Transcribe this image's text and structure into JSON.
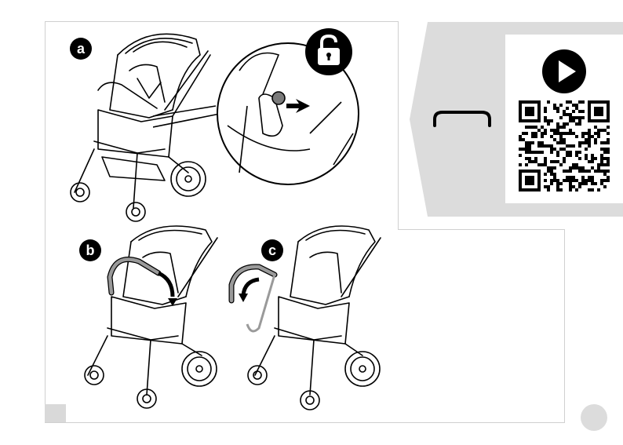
{
  "steps": {
    "a": "a",
    "b": "b",
    "c": "c"
  },
  "icons": {
    "lock": "unlocked-padlock-icon",
    "play": "play-icon",
    "qr": "qr-code",
    "bumper_bar": "bumper-bar-symbol-icon"
  },
  "colors": {
    "panel_gray": "#dcdcdc",
    "bar_gray": "#9a9a9a",
    "ink": "#000000"
  }
}
